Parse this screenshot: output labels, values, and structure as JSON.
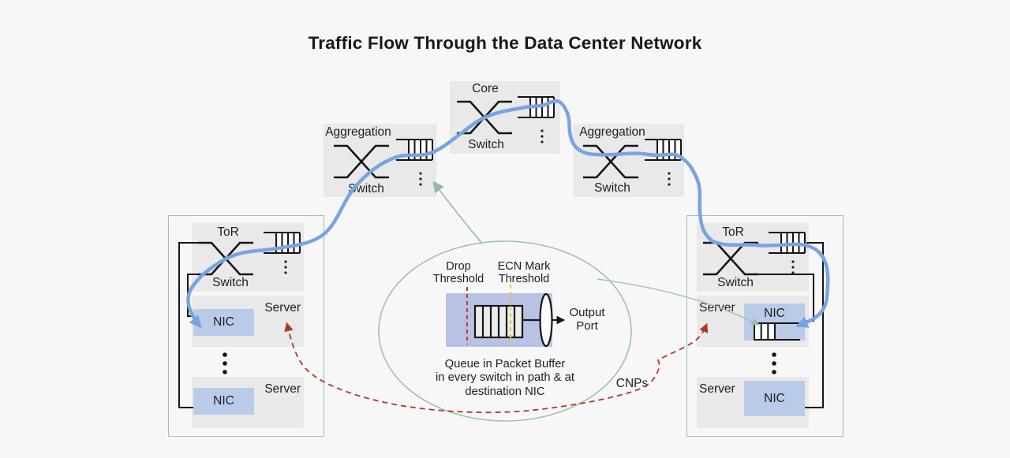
{
  "title": "Traffic Flow Through the Data Center Network",
  "switches": {
    "core": {
      "name": "Core",
      "type_label": "Switch"
    },
    "agg_left": {
      "name": "Aggregation",
      "type_label": "Switch"
    },
    "agg_right": {
      "name": "Aggregation",
      "type_label": "Switch"
    },
    "tor_left": {
      "name": "ToR",
      "type_label": "Switch"
    },
    "tor_right": {
      "name": "ToR",
      "type_label": "Switch"
    }
  },
  "racks": {
    "left": {
      "server_top": "Server",
      "nic_top": "NIC",
      "server_bottom": "Server",
      "nic_bottom": "NIC"
    },
    "right": {
      "server_top": "Server",
      "nic_top": "NIC",
      "server_bottom": "Server",
      "nic_bottom": "NIC"
    }
  },
  "callout": {
    "drop_line1": "Drop",
    "drop_line2": "Threshold",
    "ecn_line1": "ECN Mark",
    "ecn_line2": "Threshold",
    "output_line1": "Output",
    "output_line2": "Port",
    "caption_line1": "Queue in Packet Buffer",
    "caption_line2": "in every switch in path & at",
    "caption_line3": "destination NIC",
    "cnps": "CNPs"
  },
  "colors": {
    "background": "#f7f7f8",
    "box_gray": "#e9e9e9",
    "nic_blue": "#b9cbe9",
    "buffer_blue": "#b8c2e4",
    "flow_blue": "#79a3e1",
    "green": "#9cc3ab",
    "cnp_red": "#b23728",
    "ecn_yellow": "#e6c34c",
    "ink": "#1e1e1e"
  }
}
